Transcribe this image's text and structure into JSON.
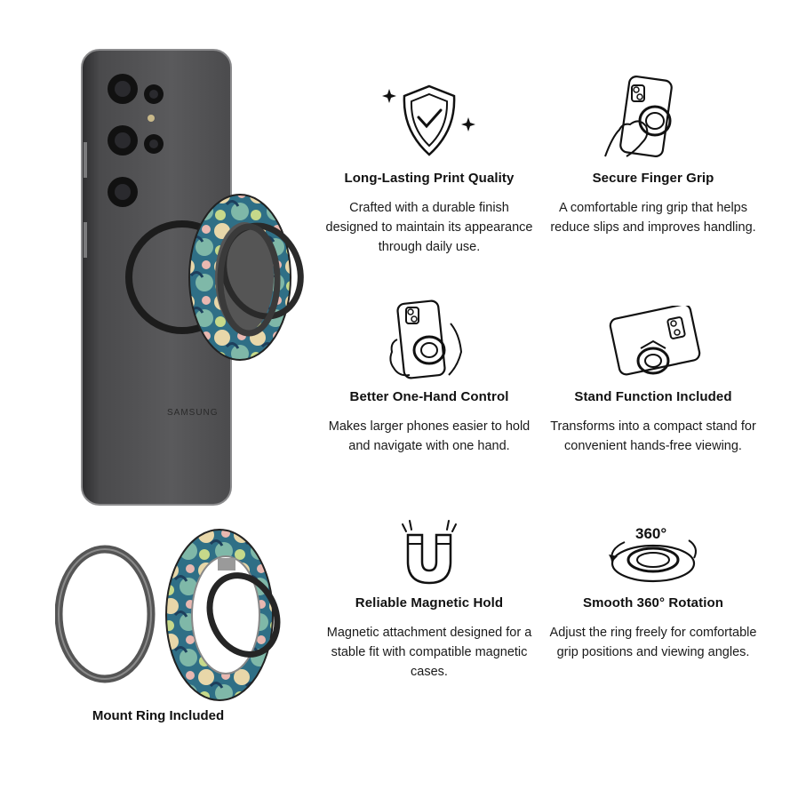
{
  "phone": {
    "brand": "SAMSUNG"
  },
  "mount_caption": "Mount Ring Included",
  "features": [
    {
      "icon": "shield-check-icon",
      "title": "Long-Lasting Print Quality",
      "desc": "Crafted with a durable finish designed to maintain its appearance through daily use."
    },
    {
      "icon": "finger-grip-icon",
      "title": "Secure Finger Grip",
      "desc": "A comfortable ring grip that helps reduce slips and improves handling."
    },
    {
      "icon": "one-hand-icon",
      "title": "Better One-Hand Control",
      "desc": "Makes larger phones easier to hold and navigate with one hand."
    },
    {
      "icon": "stand-icon",
      "title": "Stand Function Included",
      "desc": "Transforms into a compact stand for convenient hands-free viewing."
    },
    {
      "icon": "magnet-icon",
      "title": "Reliable Magnetic Hold",
      "desc": "Magnetic attachment designed for a stable fit with compatible magnetic cases."
    },
    {
      "icon": "rotation-360-icon",
      "title": "Smooth 360° Rotation",
      "desc": "Adjust the ring freely for comfortable grip positions and viewing angles.",
      "badge": "360°"
    }
  ]
}
